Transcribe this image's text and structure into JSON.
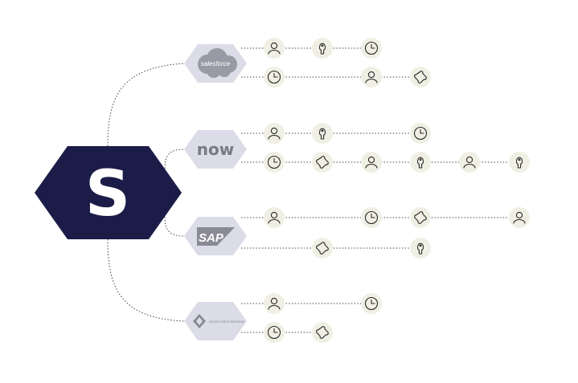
{
  "hub": {
    "letter": "S",
    "fill": "#1b1c48"
  },
  "colors": {
    "node_fill": "#f0efe4",
    "node_stroke": "#2a2a2a",
    "app_hex_fill": "#dcdce8",
    "line": "#444444"
  },
  "apps": [
    {
      "id": "salesforce",
      "logo_text": "salesforce",
      "rows": [
        [
          "user-icon",
          "lock-icon",
          "clock-icon"
        ],
        [
          "clock-icon",
          "",
          "user-icon",
          "puzzle-icon"
        ]
      ]
    },
    {
      "id": "servicenow",
      "logo_text": "now",
      "rows": [
        [
          "user-icon",
          "lock-icon",
          "",
          "clock-icon"
        ],
        [
          "clock-icon",
          "puzzle-icon",
          "user-icon",
          "lock-icon",
          "user-icon",
          "lock-icon"
        ]
      ]
    },
    {
      "id": "sap",
      "logo_text": "SAP",
      "rows": [
        [
          "user-icon",
          "",
          "clock-icon",
          "puzzle-icon",
          "",
          "user-icon"
        ],
        [
          "",
          "puzzle-icon",
          "",
          "lock-icon"
        ]
      ]
    },
    {
      "id": "azure-ad",
      "logo_text": "Azure Active Directory",
      "rows": [
        [
          "user-icon",
          "",
          "clock-icon"
        ],
        [
          "clock-icon",
          "puzzle-icon"
        ]
      ]
    }
  ]
}
